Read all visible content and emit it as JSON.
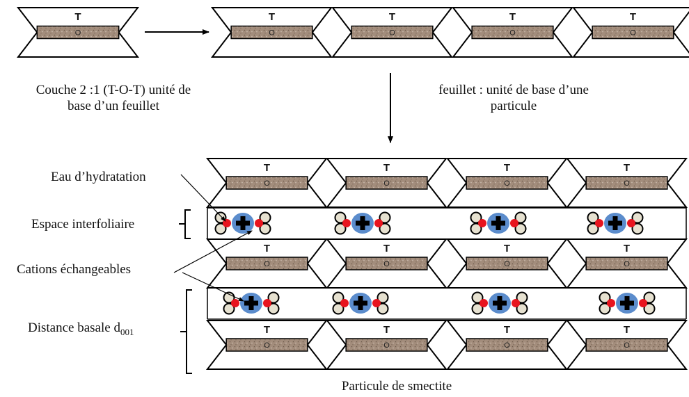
{
  "diagram": {
    "layer_labels": {
      "tetrahedral": "T",
      "octahedral": "O"
    },
    "caption_single_layer": [
      "Couche 2 :1 (T-O-T) unité de",
      "base d’un feuillet"
    ],
    "caption_sheet": [
      "feuillet : unité de base d’une",
      "particule"
    ],
    "water_label": "Eau d’hydratation",
    "interlayer_label": "Espace interfoliaire",
    "cations_label": "Cations échangeables",
    "basal_distance_label": "Distance basale d",
    "basal_distance_subscript": "001",
    "particle_caption": "Particule de smectite",
    "colors": {
      "octahedral_fill": "#a08a78",
      "cation_fill": "#5b8ccc",
      "oxygen": "#e8141e",
      "hydrogen": "#e6e1d0",
      "outline": "#000000"
    }
  }
}
